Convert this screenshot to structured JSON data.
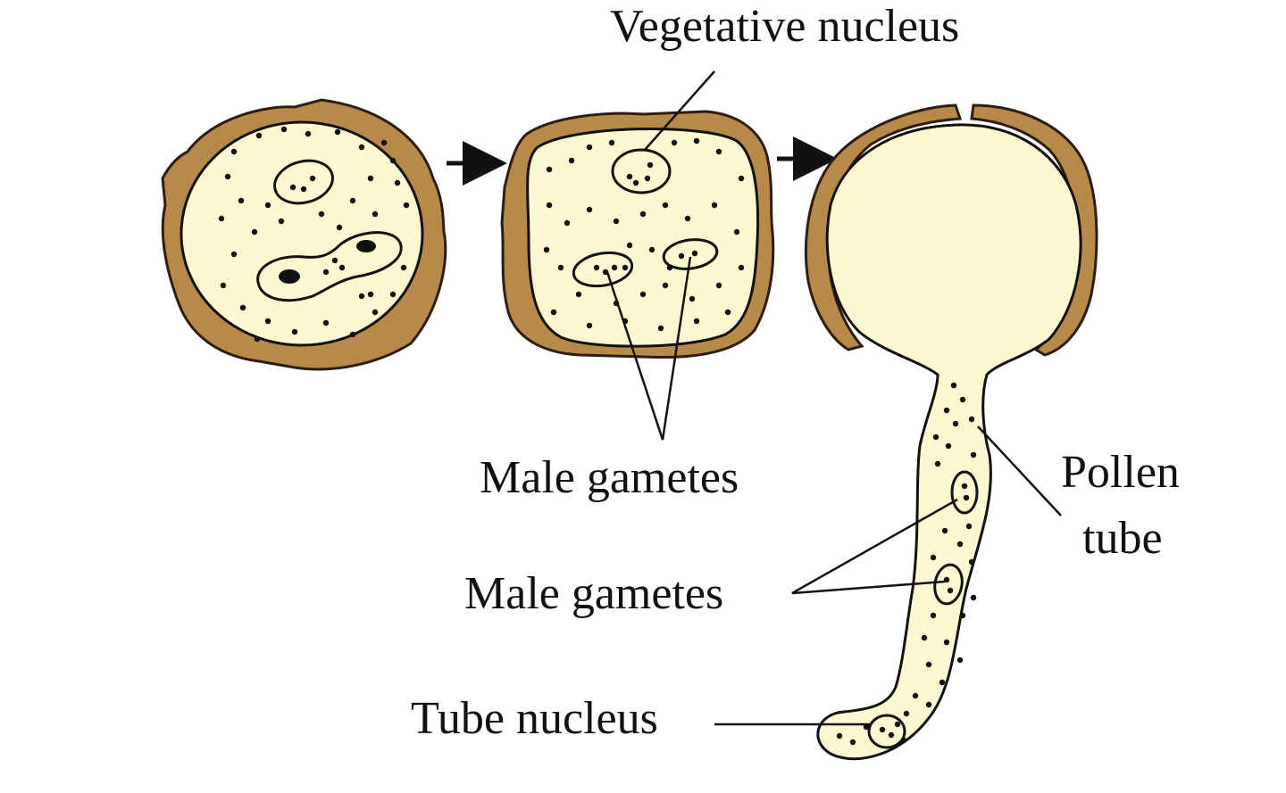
{
  "labels": {
    "vegetative_nucleus": "Vegetative nucleus",
    "male_gametes_top": "Male gametes",
    "male_gametes_bottom": "Male gametes",
    "pollen_tube_line1": "Pollen",
    "pollen_tube_line2": "tube",
    "tube_nucleus": "Tube nucleus"
  },
  "colors": {
    "wall": "#b88a4a",
    "cytoplasm": "#fdf8cf",
    "ink": "#111111"
  }
}
